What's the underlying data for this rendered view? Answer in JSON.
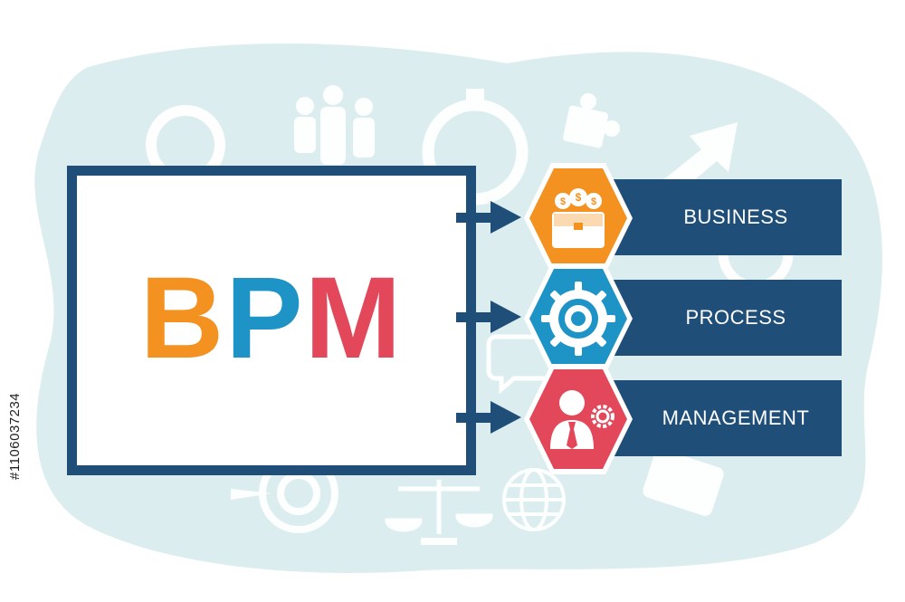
{
  "acronym": {
    "letters": [
      "B",
      "P",
      "M"
    ],
    "colors": [
      "#f39220",
      "#1e93c6",
      "#e2475a"
    ]
  },
  "items": [
    {
      "label": "BUSINESS",
      "hex_color": "#f39220",
      "icon": "briefcase-money-icon"
    },
    {
      "label": "PROCESS",
      "hex_color": "#1e93c6",
      "icon": "gear-target-icon"
    },
    {
      "label": "MANAGEMENT",
      "hex_color": "#e2475a",
      "icon": "manager-gear-icon"
    }
  ],
  "colors": {
    "navy": "#1f4e79",
    "blob": "#dcedef"
  },
  "watermark": {
    "side_text": "#1106037234"
  }
}
